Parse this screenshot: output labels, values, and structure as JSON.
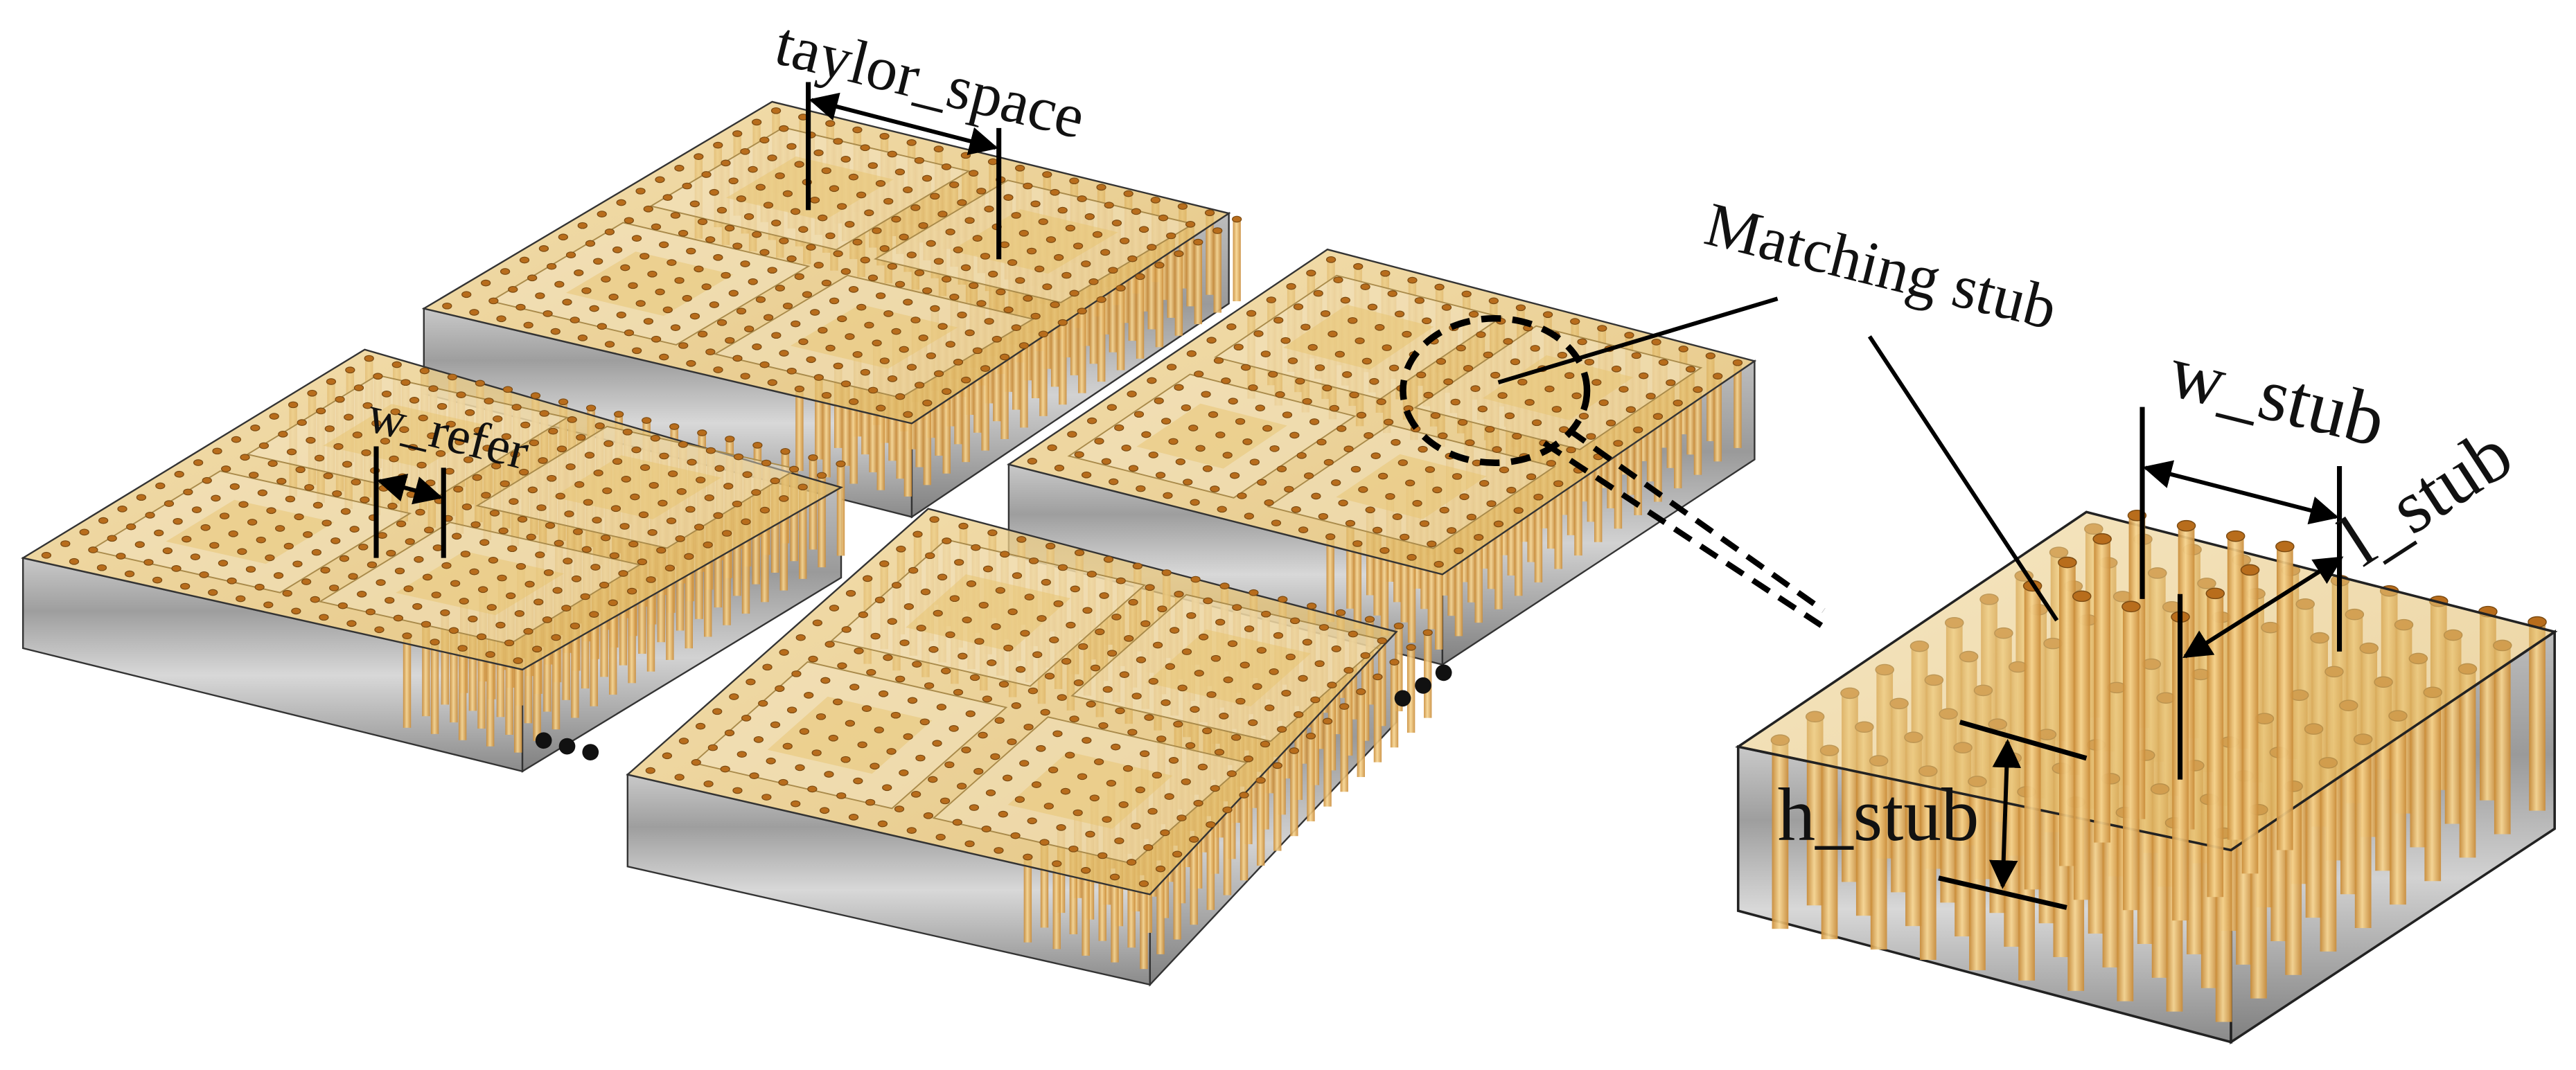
{
  "labels": {
    "taylor_space": "taylor_space",
    "w_refer": "w_refer",
    "matching_stub": "Matching stub",
    "w_stub": "w_stub",
    "l_stub": "l_stub",
    "h_stub": "h_stub"
  },
  "continuation_marks": [
    "•••",
    "•••"
  ],
  "colors": {
    "top_gold": "#e7c36f",
    "top_gold_light": "#f1d99a",
    "pillar": "#d9a24a",
    "pillar_highlight": "#f6d48c",
    "pillar_top": "#b86d1c",
    "side_gray": "#b3b3b3",
    "side_gray_light": "#d6d6d6",
    "side_gray_dark": "#8f8f8f",
    "square_highlight": "#f3e7c7",
    "annotation": "#000000"
  }
}
